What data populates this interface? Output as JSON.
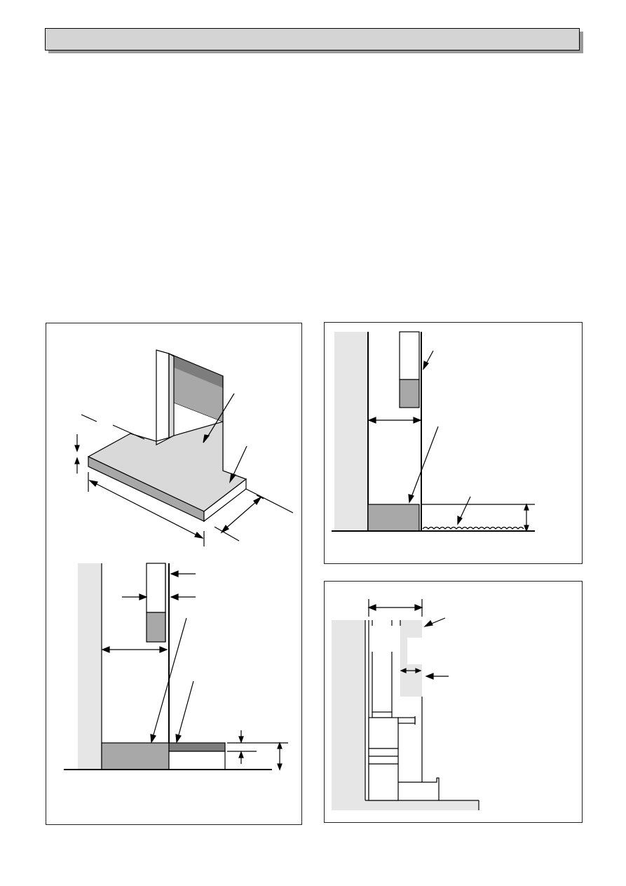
{
  "header": {
    "title": ""
  },
  "colors": {
    "wall_fill": "#e6e6e6",
    "hearth_fill": "#a8a8a8",
    "hearth_top": "#d9d9d9",
    "dark_fill": "#7d7d7d",
    "line": "#000000",
    "header_fill": "#d4d4d4",
    "header_shadow": "#9a9a9a"
  },
  "figures": [
    {
      "name": "hearth-isometric-figure",
      "labels": []
    },
    {
      "name": "hearth-section-figure",
      "labels": []
    },
    {
      "name": "raised-hearth-carpet-figure",
      "labels": []
    },
    {
      "name": "flue-pipe-section-figure",
      "labels": []
    }
  ]
}
